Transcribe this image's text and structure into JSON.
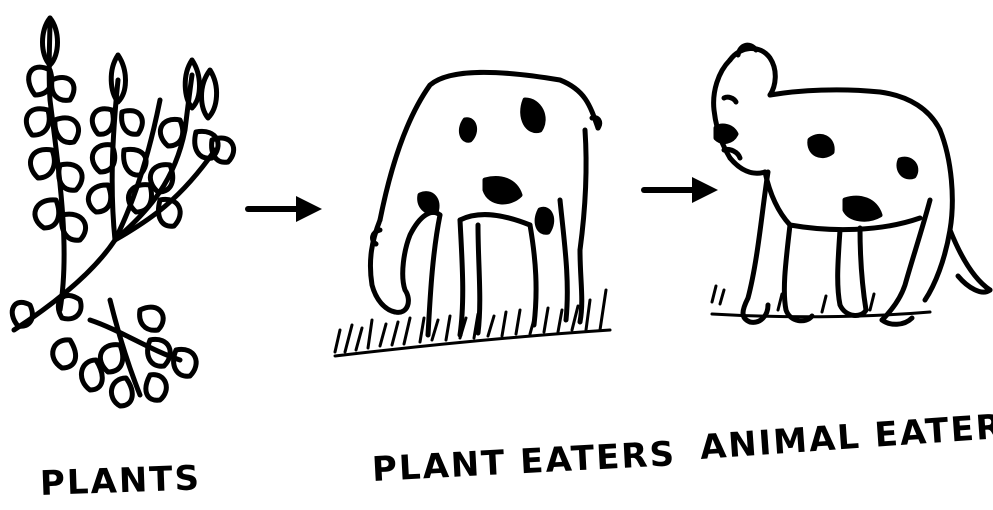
{
  "diagram": {
    "stages": [
      {
        "label": "PLANTS",
        "icon": "plant-icon"
      },
      {
        "label": "PLANT EATERS",
        "icon": "cow-icon"
      },
      {
        "label": "ANIMAL EATERS",
        "icon": "lion-icon"
      }
    ],
    "arrows": [
      {
        "from": "PLANTS",
        "to": "PLANT EATERS"
      },
      {
        "from": "PLANT EATERS",
        "to": "ANIMAL EATERS"
      }
    ],
    "colors": {
      "ink": "#000000",
      "paper": "#ffffff"
    }
  }
}
